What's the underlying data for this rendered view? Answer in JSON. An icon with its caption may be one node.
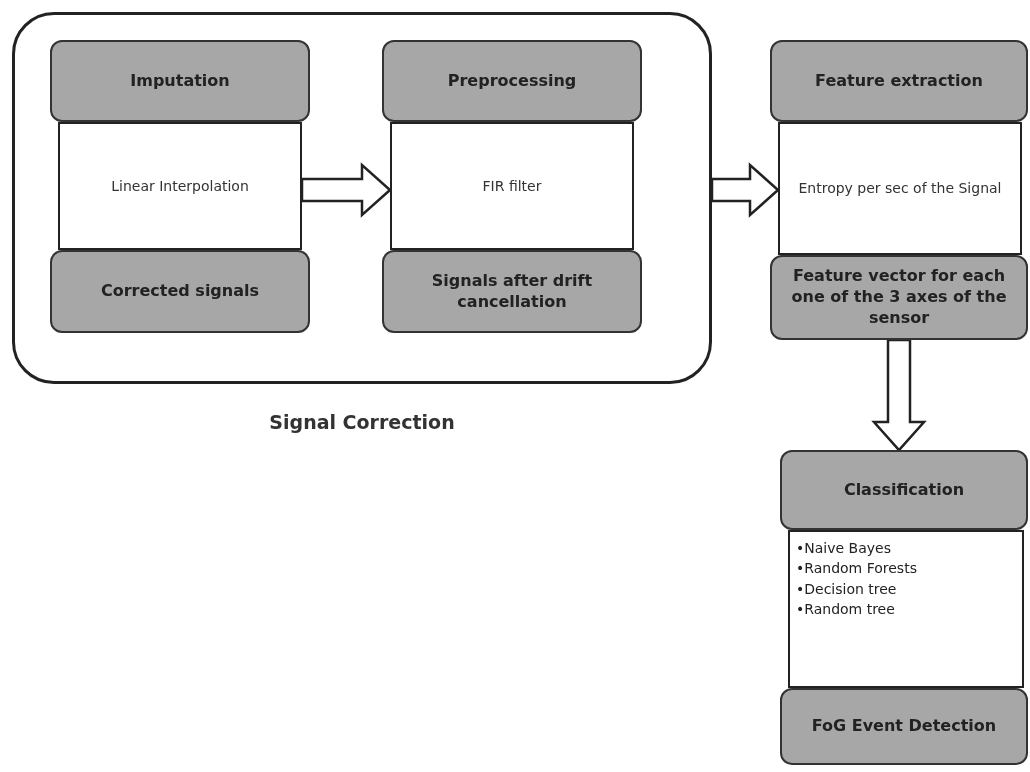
{
  "diagram": {
    "nodes": [
      {
        "text": [
          "Signal Correction"
        ]
      },
      {
        "text": [
          "Linear Interpolation"
        ],
        "in": 0
      },
      {
        "text": [
          "Imputation"
        ],
        "in": 0
      },
      {
        "text": [
          "Corrected signals"
        ],
        "in": 0
      },
      {
        "text": [
          "FIR filter"
        ],
        "in": 0
      },
      {
        "text": [
          "Preprocessing"
        ],
        "in": 0
      },
      {
        "text": [
          "Signals after drift cancellation"
        ],
        "in": 0
      },
      {
        "text": [
          "Entropy per sec of the Signal"
        ]
      },
      {
        "text": [
          "Feature extraction"
        ]
      },
      {
        "text": [
          "Feature vector for each one of the 3 axes of the sensor"
        ]
      },
      {
        "text": [
          "•Naive Bayes",
          "•Random Forests",
          "•Decision tree",
          "•Random tree"
        ]
      },
      {
        "text": [
          "Classification"
        ]
      },
      {
        "text": [
          "FoG Event Detection"
        ]
      }
    ],
    "edges": [
      {
        "from": 1,
        "to": 4,
        "arrow": "to"
      },
      {
        "from": 0,
        "to": 7,
        "arrow": "to"
      },
      {
        "from": 9,
        "to": 11,
        "arrow": "to"
      }
    ]
  }
}
